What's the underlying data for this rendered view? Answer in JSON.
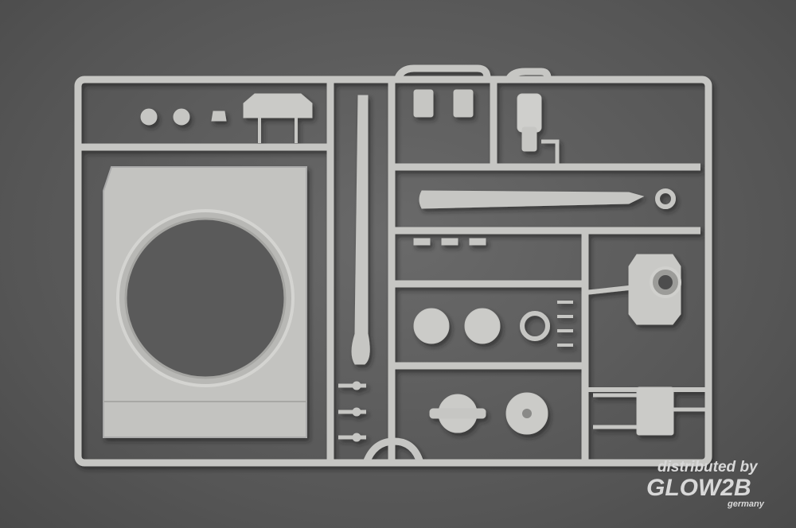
{
  "watermark": {
    "line1": "distributed by",
    "brand": "GLOW2B",
    "country": "germany"
  },
  "colors": {
    "background": "#575757",
    "plastic": "#c6c6c3",
    "plastic_shadow": "#9a9a97"
  }
}
